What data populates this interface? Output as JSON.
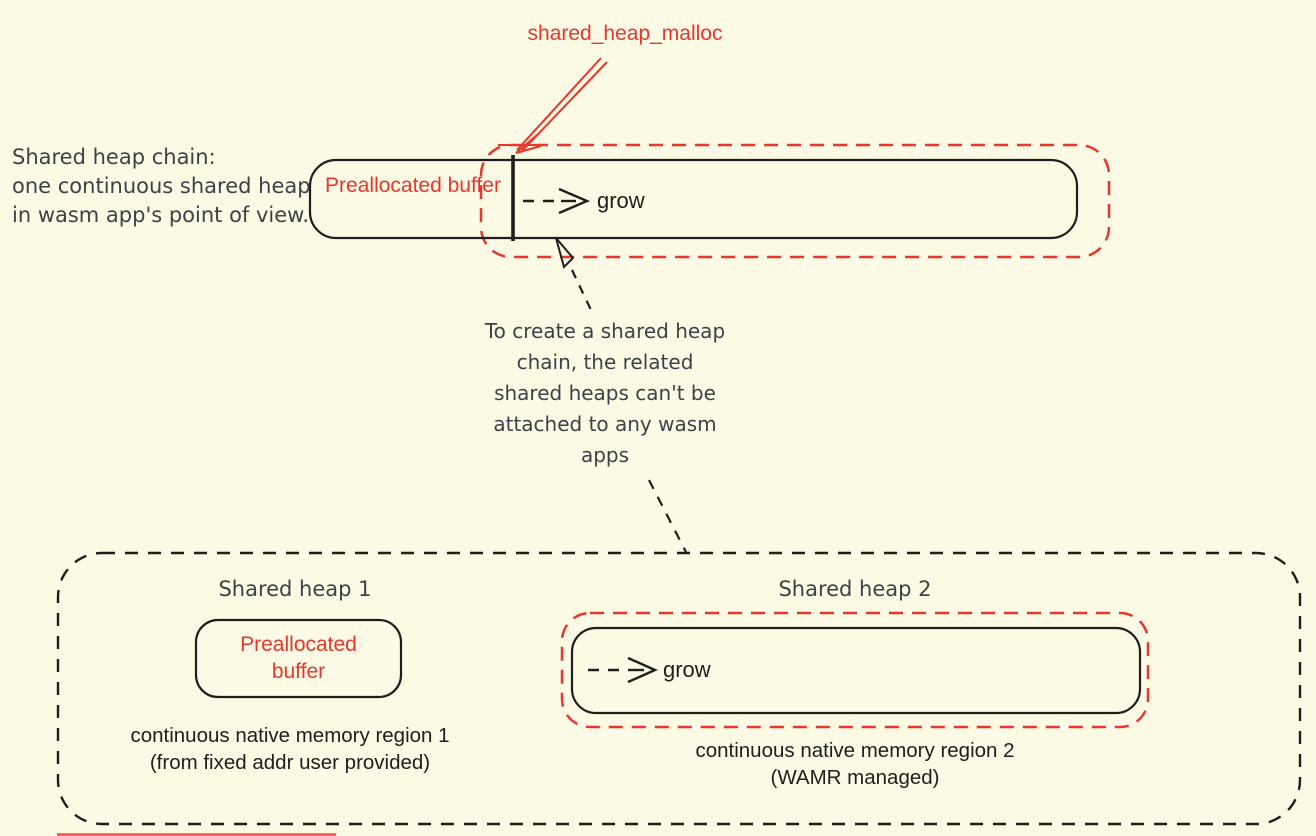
{
  "colors": {
    "bg": "#fcf9e4",
    "ink": "#1e1e1e",
    "red": "#e8372f",
    "gray": "#3d4248"
  },
  "annotations": {
    "malloc_label": "shared_heap_malloc",
    "chain_note": "Shared heap chain:\none continuous shared heap\nin wasm app's point of view.",
    "create_note": "To create a shared heap\nchain, the related\nshared heaps can't be\nattached to any wasm\napps"
  },
  "main_bar": {
    "prealloc_label": "Preallocated buffer",
    "grow_label": "grow"
  },
  "bottom": {
    "heap1": {
      "title": "Shared heap 1",
      "box_label": "Preallocated buffer",
      "caption": "continuous native memory region 1\n(from fixed addr user provided)"
    },
    "heap2": {
      "title": "Shared heap 2",
      "grow_label": "grow",
      "caption": "continuous native memory region 2\n(WAMR managed)"
    }
  }
}
